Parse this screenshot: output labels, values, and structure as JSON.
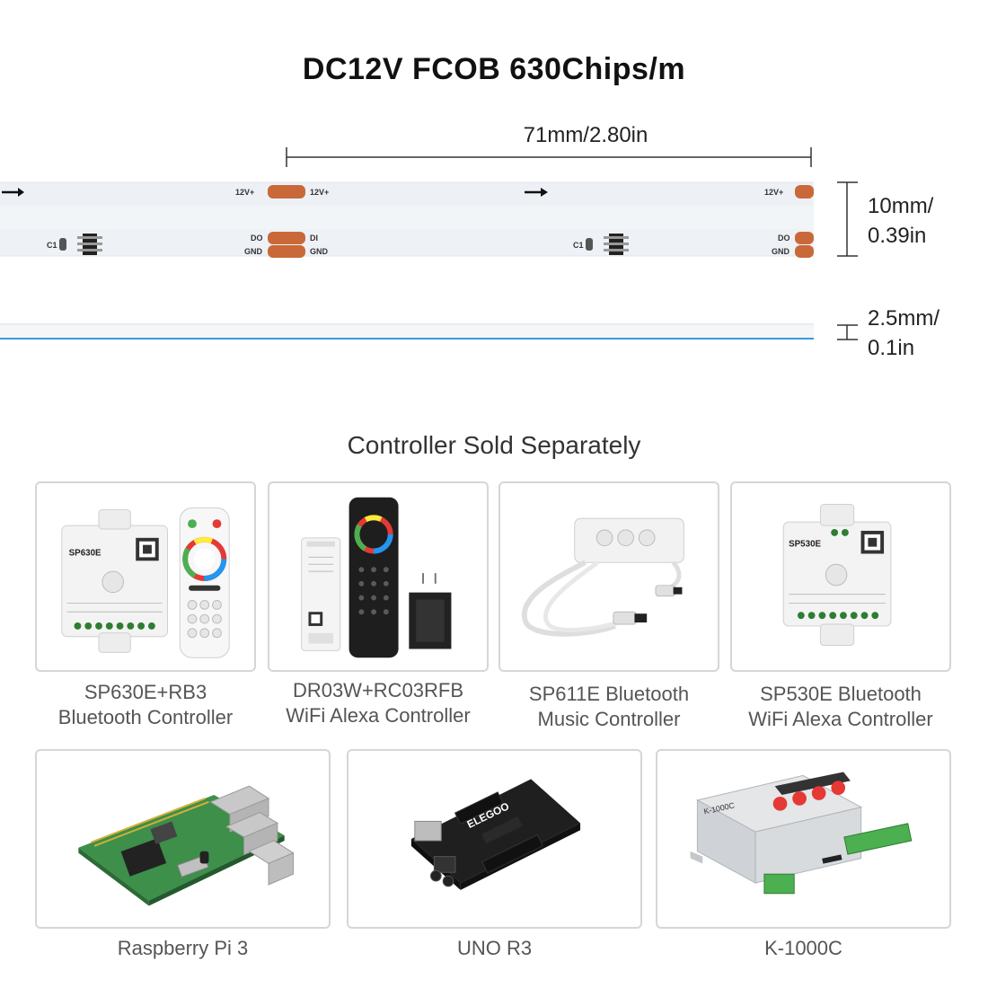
{
  "title": "DC12V FCOB 630Chips/m",
  "dimensions": {
    "length": "71mm/2.80in",
    "width_line1": "10mm/",
    "width_line2": "0.39in",
    "thickness_line1": "2.5mm/",
    "thickness_line2": "0.1in"
  },
  "strip_labels": {
    "v12": "12V+",
    "do": "DO",
    "di": "DI",
    "gnd": "GND",
    "c1": "C1"
  },
  "colors": {
    "pad": "#c9693a",
    "strip": "#f2f5f8",
    "edge_line": "#3a9ad9"
  },
  "controllers_heading": "Controller Sold Separately",
  "controllers": [
    {
      "line1": "SP630E+RB3",
      "line2": "Bluetooth Controller",
      "device_label": "SP630E"
    },
    {
      "line1": "DR03W+RC03RFB",
      "line2": "WiFi Alexa Controller"
    },
    {
      "line1": "SP611E Bluetooth",
      "line2": "Music Controller"
    },
    {
      "line1": "SP530E Bluetooth",
      "line2": "WiFi Alexa Controller",
      "device_label": "SP530E"
    },
    {
      "line1": "Raspberry Pi 3"
    },
    {
      "line1": "UNO R3",
      "device_label": "ELEGOO"
    },
    {
      "line1": "K-1000C",
      "device_label": "K-1000C"
    }
  ]
}
